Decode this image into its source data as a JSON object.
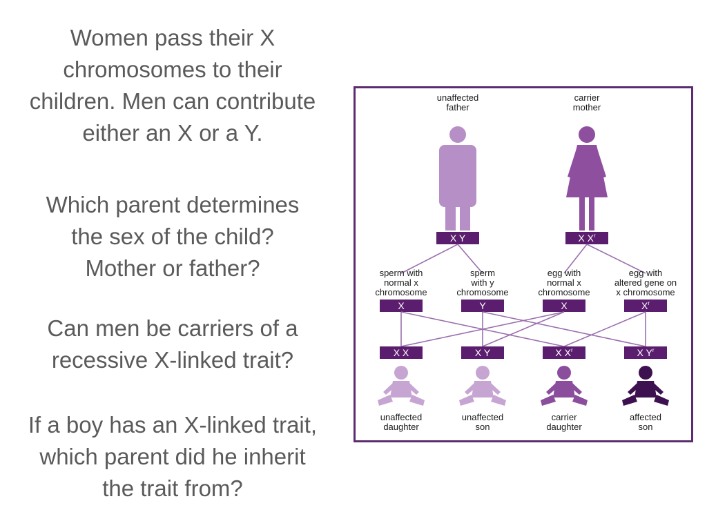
{
  "text": {
    "q0": [
      "Women pass their X",
      "chromosomes to their",
      "children. Men can contribute",
      "either an X or a Y."
    ],
    "q1": [
      "Which parent determines",
      "the sex of the child?",
      "Mother or father?"
    ],
    "q2": [
      "Can men be carriers of a",
      "recessive X-linked trait?"
    ],
    "q3": [
      "If a boy has an X-linked trait,",
      "which parent did he inherit",
      "the trait from?"
    ]
  },
  "diagram": {
    "colors": {
      "frame": "#5b2c6f",
      "box": "#5b1e6e",
      "line": "#9b6fae",
      "father": "#b68fc6",
      "mother": "#8f4f9f",
      "unaffected_child": "#c7a5d3",
      "carrier_child": "#8a4e9d",
      "affected_child": "#3d1150"
    },
    "parents": [
      {
        "label": [
          "unaffected",
          "father"
        ],
        "genotype": "X Y",
        "genotype_sup": ""
      },
      {
        "label": [
          "carrier",
          "mother"
        ],
        "genotype": "X X",
        "genotype_sup": "r"
      }
    ],
    "gametes": [
      {
        "label": [
          "sperm with",
          "normal x",
          "chromosome"
        ],
        "box": "X",
        "sup": ""
      },
      {
        "label": [
          "sperm",
          "with y",
          "chromosome"
        ],
        "box": "Y",
        "sup": ""
      },
      {
        "label": [
          "egg with",
          "normal x",
          "chromosome"
        ],
        "box": "X",
        "sup": ""
      },
      {
        "label": [
          "egg with",
          "altered gene on",
          "x chromosome"
        ],
        "box": "X",
        "sup": "r"
      }
    ],
    "offspring": [
      {
        "genotype": "X X",
        "sup": "",
        "label": [
          "unaffected",
          "daughter"
        ],
        "status": "unaffected"
      },
      {
        "genotype": "X Y",
        "sup": "",
        "label": [
          "unaffected",
          "son"
        ],
        "status": "unaffected"
      },
      {
        "genotype": "X X",
        "sup": "r",
        "label": [
          "carrier",
          "daughter"
        ],
        "status": "carrier"
      },
      {
        "genotype": "X Y",
        "sup": "r",
        "label": [
          "affected",
          "son"
        ],
        "status": "affected"
      }
    ]
  }
}
